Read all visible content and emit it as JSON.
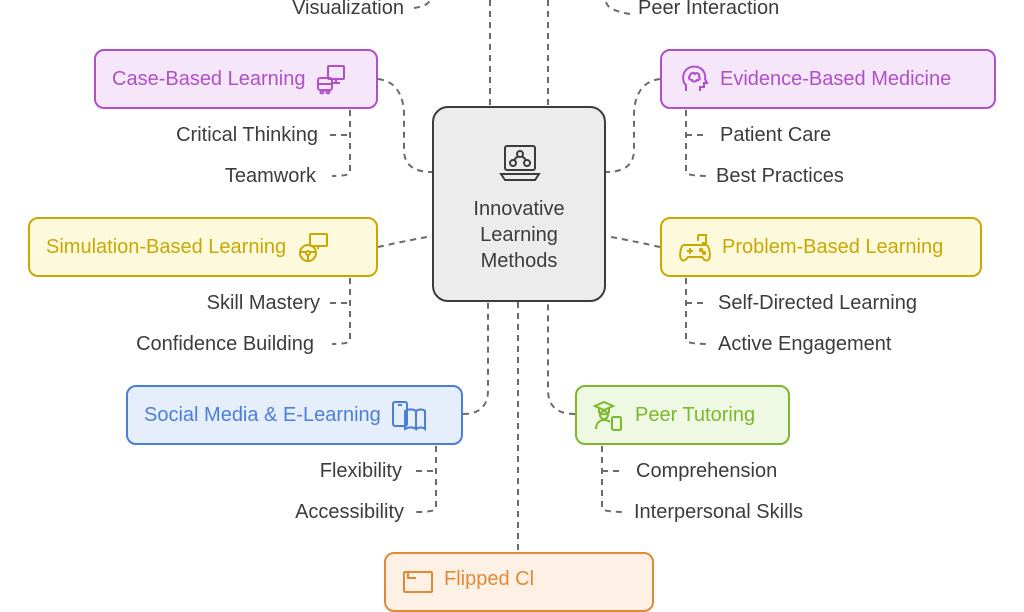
{
  "center": {
    "label": "Innovative\nLearning\nMethods",
    "icon": "laptop-network-icon"
  },
  "top_partial": {
    "left_sub": "Visualization",
    "right_sub": "Peer Interaction"
  },
  "branches": {
    "case_based": {
      "title": "Case-Based Learning",
      "icon": "computer-bus-icon",
      "color": "#b050c8",
      "fill": "#f5e6fa",
      "subs": [
        "Critical Thinking",
        "Teamwork"
      ]
    },
    "evidence_based": {
      "title": "Evidence-Based Medicine",
      "icon": "brain-head-icon",
      "color": "#b050c8",
      "fill": "#f5e6fa",
      "subs": [
        "Patient Care",
        "Best Practices"
      ]
    },
    "simulation_based": {
      "title": "Simulation-Based Learning",
      "icon": "steering-wheel-screen-icon",
      "color": "#c9a800",
      "fill": "#fdf9dc",
      "subs": [
        "Skill Mastery",
        "Confidence Building"
      ]
    },
    "problem_based": {
      "title": "Problem-Based Learning",
      "icon": "gamepad-icon",
      "color": "#c9a800",
      "fill": "#fdf9dc",
      "subs": [
        "Self-Directed Learning",
        "Active Engagement"
      ]
    },
    "social_media": {
      "title": "Social Media & E-Learning",
      "icon": "tablet-book-icon",
      "color": "#4a7fd8",
      "fill": "#e7eefb",
      "subs": [
        "Flexibility",
        "Accessibility"
      ]
    },
    "peer_tutoring": {
      "title": "Peer Tutoring",
      "icon": "graduate-phone-icon",
      "color": "#7cb82e",
      "fill": "#eff8e2",
      "subs": [
        "Comprehension",
        "Interpersonal Skills"
      ]
    },
    "flipped": {
      "title": "Flipped Cl",
      "icon": "presentation-icon",
      "color": "#e08a38",
      "fill": "#fdf0e4"
    }
  }
}
